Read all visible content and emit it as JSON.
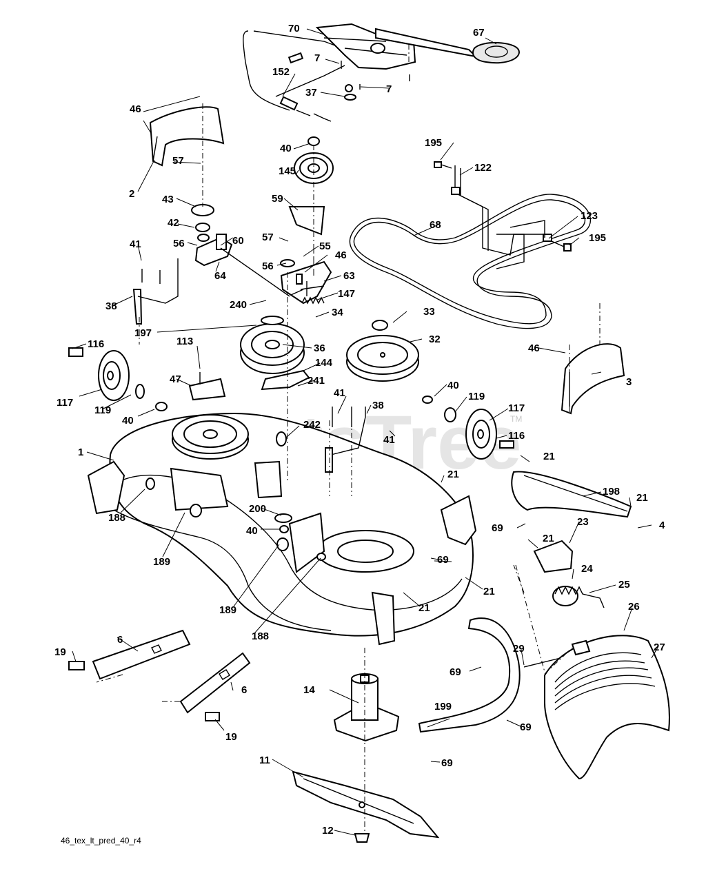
{
  "watermark": {
    "text": "PartsTree",
    "trademark": "TM"
  },
  "footer": {
    "drawing_id": "46_tex_lt_pred_40_r4"
  },
  "callouts": {
    "c70": "70",
    "c67": "67",
    "c7a": "7",
    "c7b": "7",
    "c152": "152",
    "c37": "37",
    "c46a": "46",
    "c2": "2",
    "c57a": "57",
    "c43": "43",
    "c42": "42",
    "c56a": "56",
    "c60": "60",
    "c40a": "40",
    "c145": "145",
    "c59": "59",
    "c57b": "57",
    "c55": "55",
    "c56b": "56",
    "c46b": "46",
    "c64": "64",
    "c63": "63",
    "c147": "147",
    "c240": "240",
    "c34": "34",
    "c41a": "41",
    "c38a": "38",
    "c195a": "195",
    "c122": "122",
    "c68": "68",
    "c123": "123",
    "c195b": "195",
    "c197": "197",
    "c33": "33",
    "c32": "32",
    "c36": "36",
    "c144": "144",
    "c241": "241",
    "c116a": "116",
    "c113": "113",
    "c47": "47",
    "c117a": "117",
    "c119a": "119",
    "c40b": "40",
    "c46c": "46",
    "c3": "3",
    "c41b": "41",
    "c38b": "38",
    "c242": "242",
    "c41c": "41",
    "c40c": "40",
    "c119b": "119",
    "c117b": "117",
    "c116b": "116",
    "c1": "1",
    "c21a": "21",
    "c21b": "21",
    "c198": "198",
    "c21c": "21",
    "c188a": "188",
    "c189a": "189",
    "c200": "200",
    "c40d": "40",
    "c69a": "69",
    "c4": "4",
    "c21d": "21",
    "c23": "23",
    "c69b": "69",
    "c21e": "21",
    "c24": "24",
    "c25": "25",
    "c189b": "189",
    "c21f": "21",
    "c188b": "188",
    "c26": "26",
    "c6a": "6",
    "c19a": "19",
    "c29": "29",
    "c27": "27",
    "c69c": "69",
    "c6b": "6",
    "c14": "14",
    "c19b": "19",
    "c199": "199",
    "c69d": "69",
    "c69e": "69",
    "c11": "11",
    "c12": "12"
  }
}
